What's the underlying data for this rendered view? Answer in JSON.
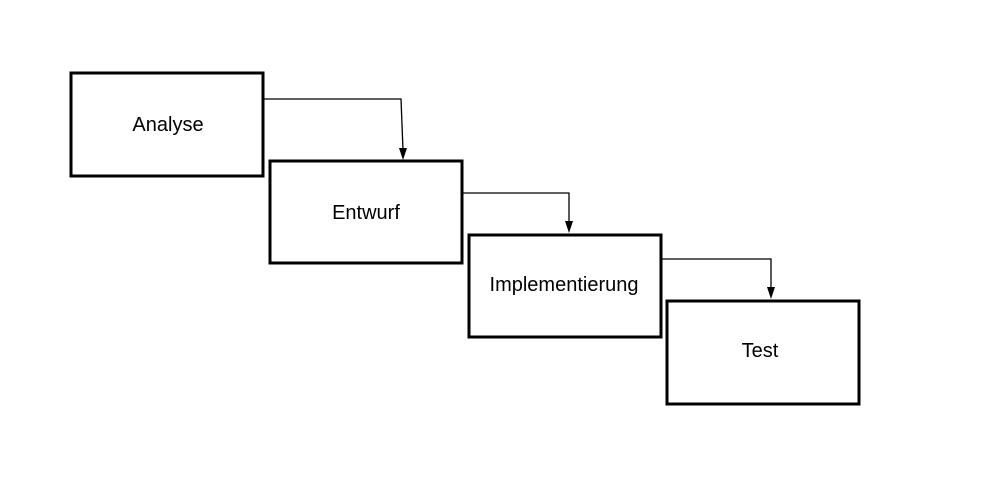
{
  "diagram": {
    "steps": [
      {
        "id": "analyse",
        "label": "Analyse"
      },
      {
        "id": "entwurf",
        "label": "Entwurf"
      },
      {
        "id": "implementierung",
        "label": "Implementierung"
      },
      {
        "id": "test",
        "label": "Test"
      }
    ],
    "connections": [
      {
        "from": "analyse",
        "to": "entwurf"
      },
      {
        "from": "entwurf",
        "to": "implementierung"
      },
      {
        "from": "implementierung",
        "to": "test"
      }
    ],
    "colors": {
      "background": "#ffffff",
      "stroke": "#000000",
      "text": "#000000"
    }
  }
}
